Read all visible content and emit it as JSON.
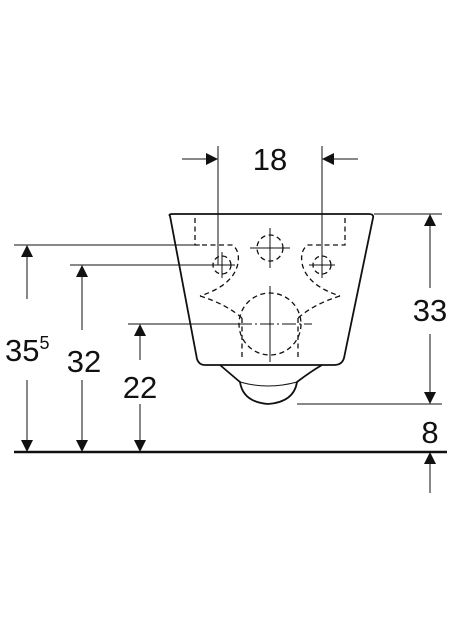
{
  "dimensions": {
    "horizontal_spacing": "18",
    "left_outer": {
      "main": "35",
      "sup": "5"
    },
    "left_middle": "32",
    "left_inner": "22",
    "right_height": "33",
    "right_floor": "8"
  }
}
